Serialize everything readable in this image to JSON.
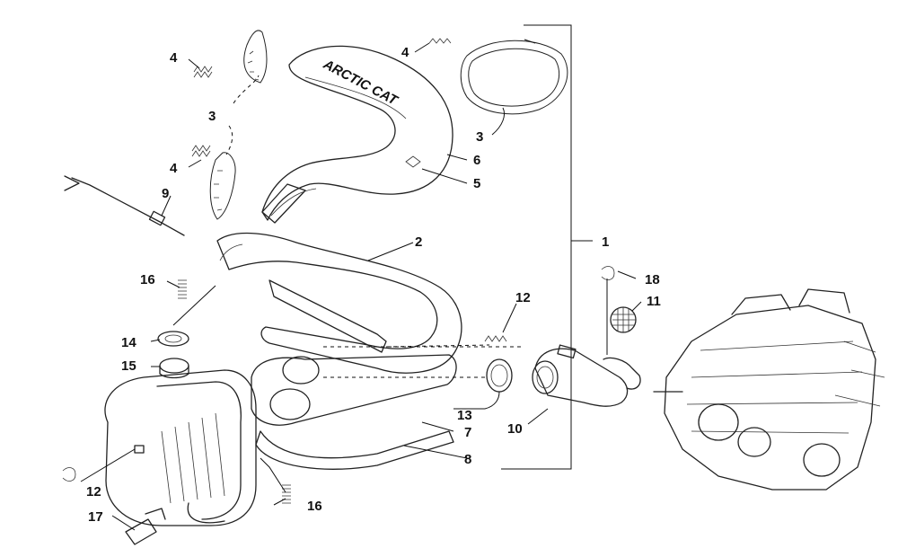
{
  "diagram": {
    "brand_logo_text": "ARCTIC CAT",
    "callouts": {
      "c1": "1",
      "c2": "2",
      "c3a": "3",
      "c3b": "3",
      "c4a": "4",
      "c4b": "4",
      "c4c": "4",
      "c5": "5",
      "c6": "6",
      "c7": "7",
      "c8": "8",
      "c9": "9",
      "c10": "10",
      "c11": "11",
      "c12a": "12",
      "c12b": "12",
      "c13": "13",
      "c14": "14",
      "c15": "15",
      "c16a": "16",
      "c16b": "16",
      "c17": "17",
      "c18": "18"
    }
  }
}
